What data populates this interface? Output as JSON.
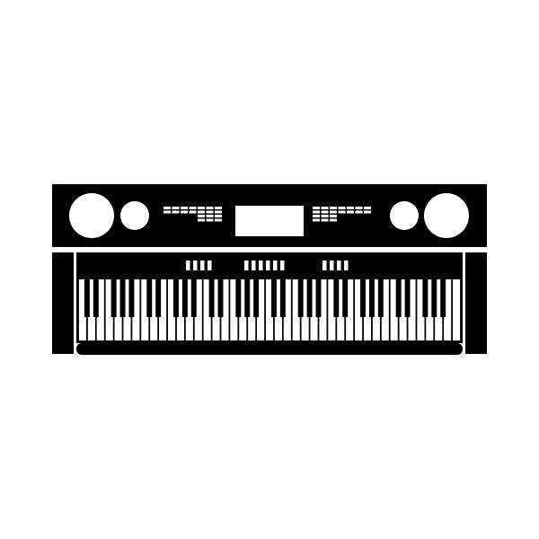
{
  "illustration": {
    "subject": "electronic-keyboard-icon",
    "style": "black silhouette on white",
    "colors": {
      "background": "#ffffff",
      "body": "#000000",
      "detail": "#ffffff"
    },
    "keyboard": {
      "white_key_count": 43,
      "octave_black_key_pattern": [
        1,
        1,
        0,
        1,
        1,
        1,
        0
      ]
    },
    "control_panel": {
      "speaker_count": 4,
      "display_count": 1,
      "button_groups": 4,
      "sub_panel_button_groups": [
        4,
        6,
        4
      ]
    }
  }
}
